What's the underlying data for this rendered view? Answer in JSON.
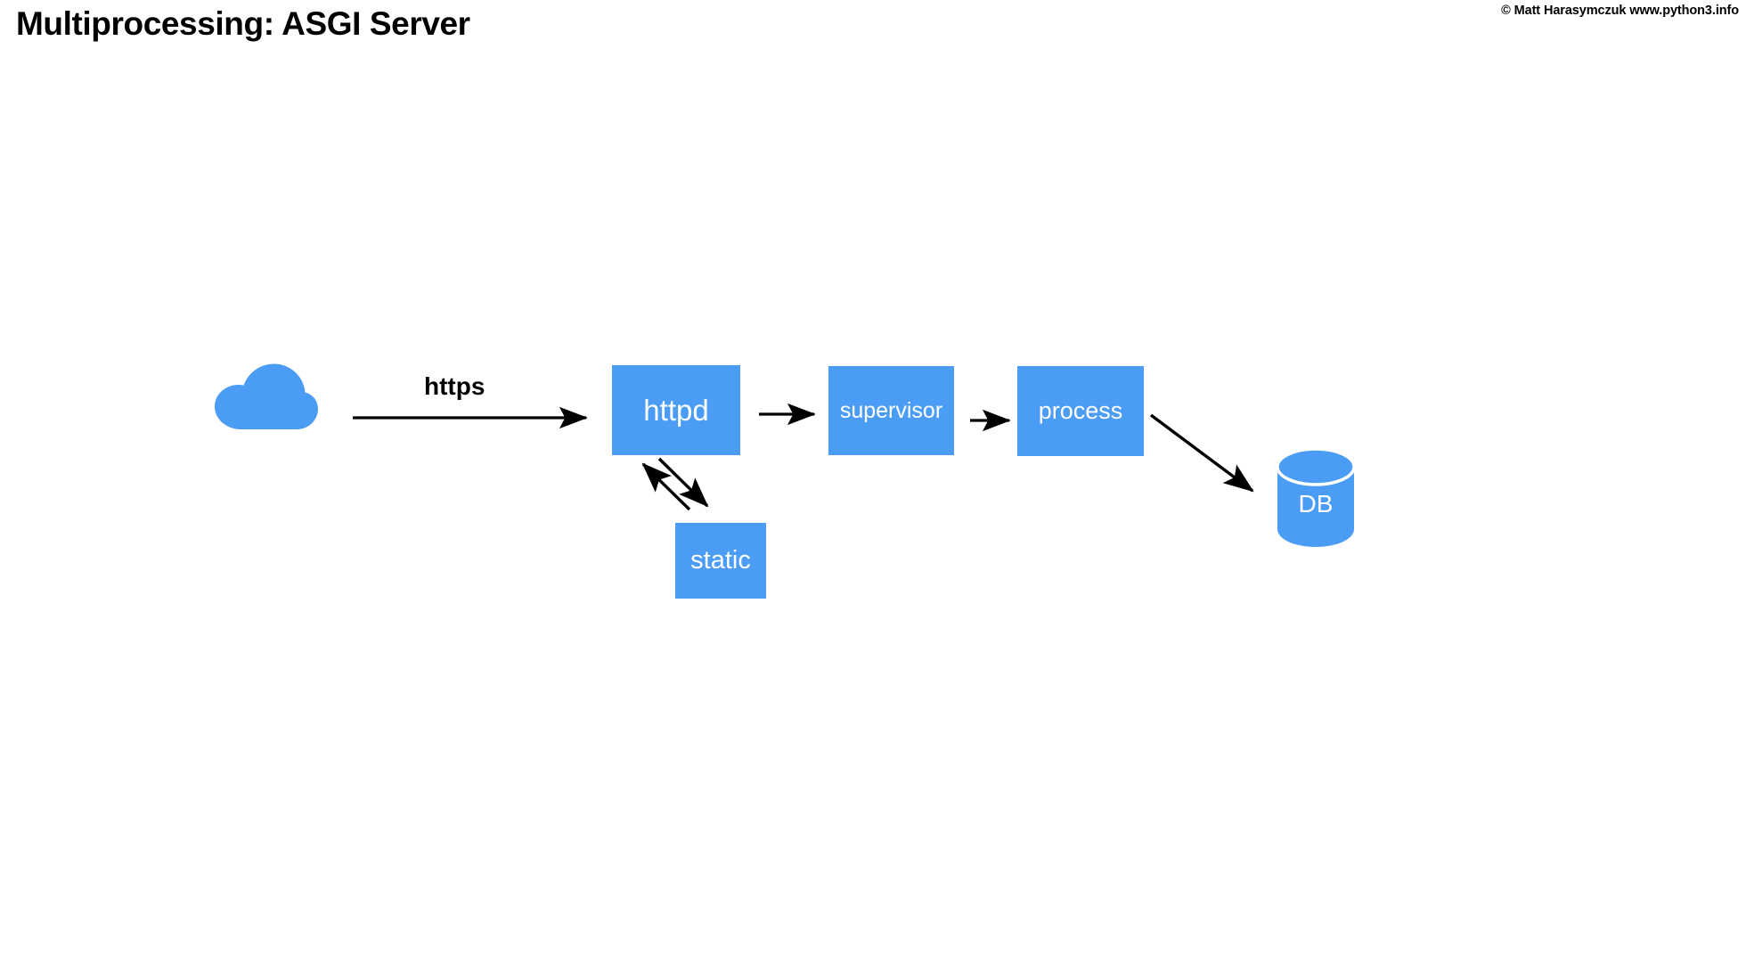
{
  "slide": {
    "title": "Multiprocessing: ASGI Server",
    "copyright": "© Matt Harasymczuk www.python3.info",
    "background_color": "#ffffff"
  },
  "theme": {
    "node_fill": "#4a9cf5",
    "node_text": "#ffffff",
    "arrow_color": "#000000",
    "title_color": "#000000"
  },
  "diagram": {
    "type": "flow-diagram",
    "nodes": [
      {
        "id": "cloud",
        "label": "",
        "shape": "cloud",
        "icon": "cloud-icon"
      },
      {
        "id": "httpd",
        "label": "httpd",
        "shape": "rect"
      },
      {
        "id": "supervisor",
        "label": "supervisor",
        "shape": "rect"
      },
      {
        "id": "process",
        "label": "process",
        "shape": "rect"
      },
      {
        "id": "static",
        "label": "static",
        "shape": "rect"
      },
      {
        "id": "db",
        "label": "DB",
        "shape": "cylinder",
        "icon": "database-icon"
      }
    ],
    "edges": [
      {
        "from": "cloud",
        "to": "httpd",
        "label": "https",
        "direction": "forward"
      },
      {
        "from": "httpd",
        "to": "supervisor",
        "label": "",
        "direction": "forward"
      },
      {
        "from": "supervisor",
        "to": "process",
        "label": "",
        "direction": "forward"
      },
      {
        "from": "process",
        "to": "db",
        "label": "",
        "direction": "forward"
      },
      {
        "from": "httpd",
        "to": "static",
        "label": "",
        "direction": "forward"
      },
      {
        "from": "static",
        "to": "httpd",
        "label": "",
        "direction": "forward"
      }
    ]
  }
}
